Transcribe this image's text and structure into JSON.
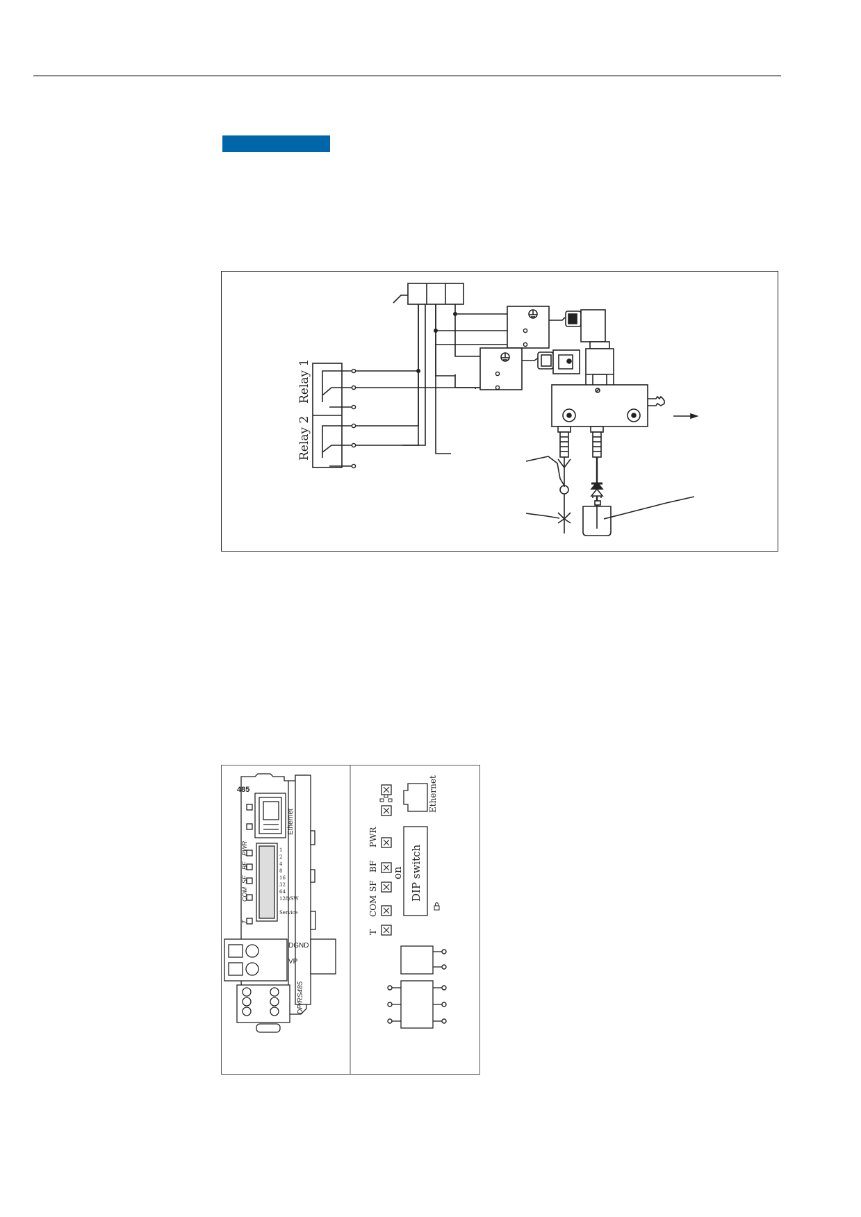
{
  "figure_wiring": {
    "relay1_label": "Relay 1",
    "relay2_label": "Relay 2"
  },
  "figure_module": {
    "device": {
      "model_top": "485",
      "ethernet": "Ethernet",
      "led_pwr": "PWR",
      "led_bf": "BF",
      "led_sf": "SF",
      "led_com": "COM",
      "led_t": "T",
      "dip_values": [
        "1",
        "2",
        "4",
        "8",
        "16",
        "32",
        "64",
        "128/SW",
        "Service"
      ],
      "terminal_dgnd": "DGND",
      "terminal_vp": "VP",
      "bus_label": "DP/RS485"
    },
    "schematic": {
      "ethernet": "Ethernet",
      "led_pwr": "PWR",
      "led_bf": "BF",
      "led_sf": "SF",
      "led_com": "COM",
      "led_t": "T",
      "on_label": "on",
      "dip_label": "DIP switch"
    }
  }
}
